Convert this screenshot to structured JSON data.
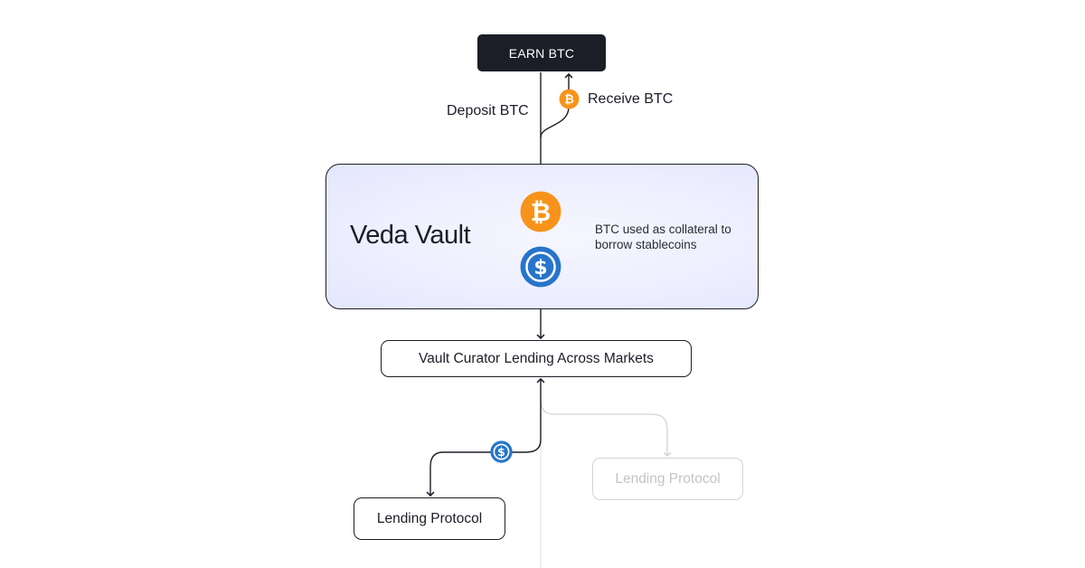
{
  "nodes": {
    "earn": {
      "label": "EARN BTC"
    },
    "vault": {
      "title": "Veda Vault",
      "note": "BTC used as collateral to borrow stablecoins"
    },
    "curator": {
      "label": "Vault Curator Lending Across Markets"
    },
    "lending_left": {
      "label": "Lending Protocol"
    },
    "lending_right": {
      "label": "Lending Protocol"
    }
  },
  "edges": {
    "deposit": {
      "label": "Deposit BTC"
    },
    "receive": {
      "label": "Receive BTC"
    }
  },
  "icons": {
    "btc": "bitcoin-icon",
    "usdc": "usdc-icon"
  },
  "colors": {
    "dark": "#1b1e27",
    "btc_orange": "#f7931a",
    "usdc_blue": "#2775ca",
    "muted": "#c3c4c9"
  }
}
